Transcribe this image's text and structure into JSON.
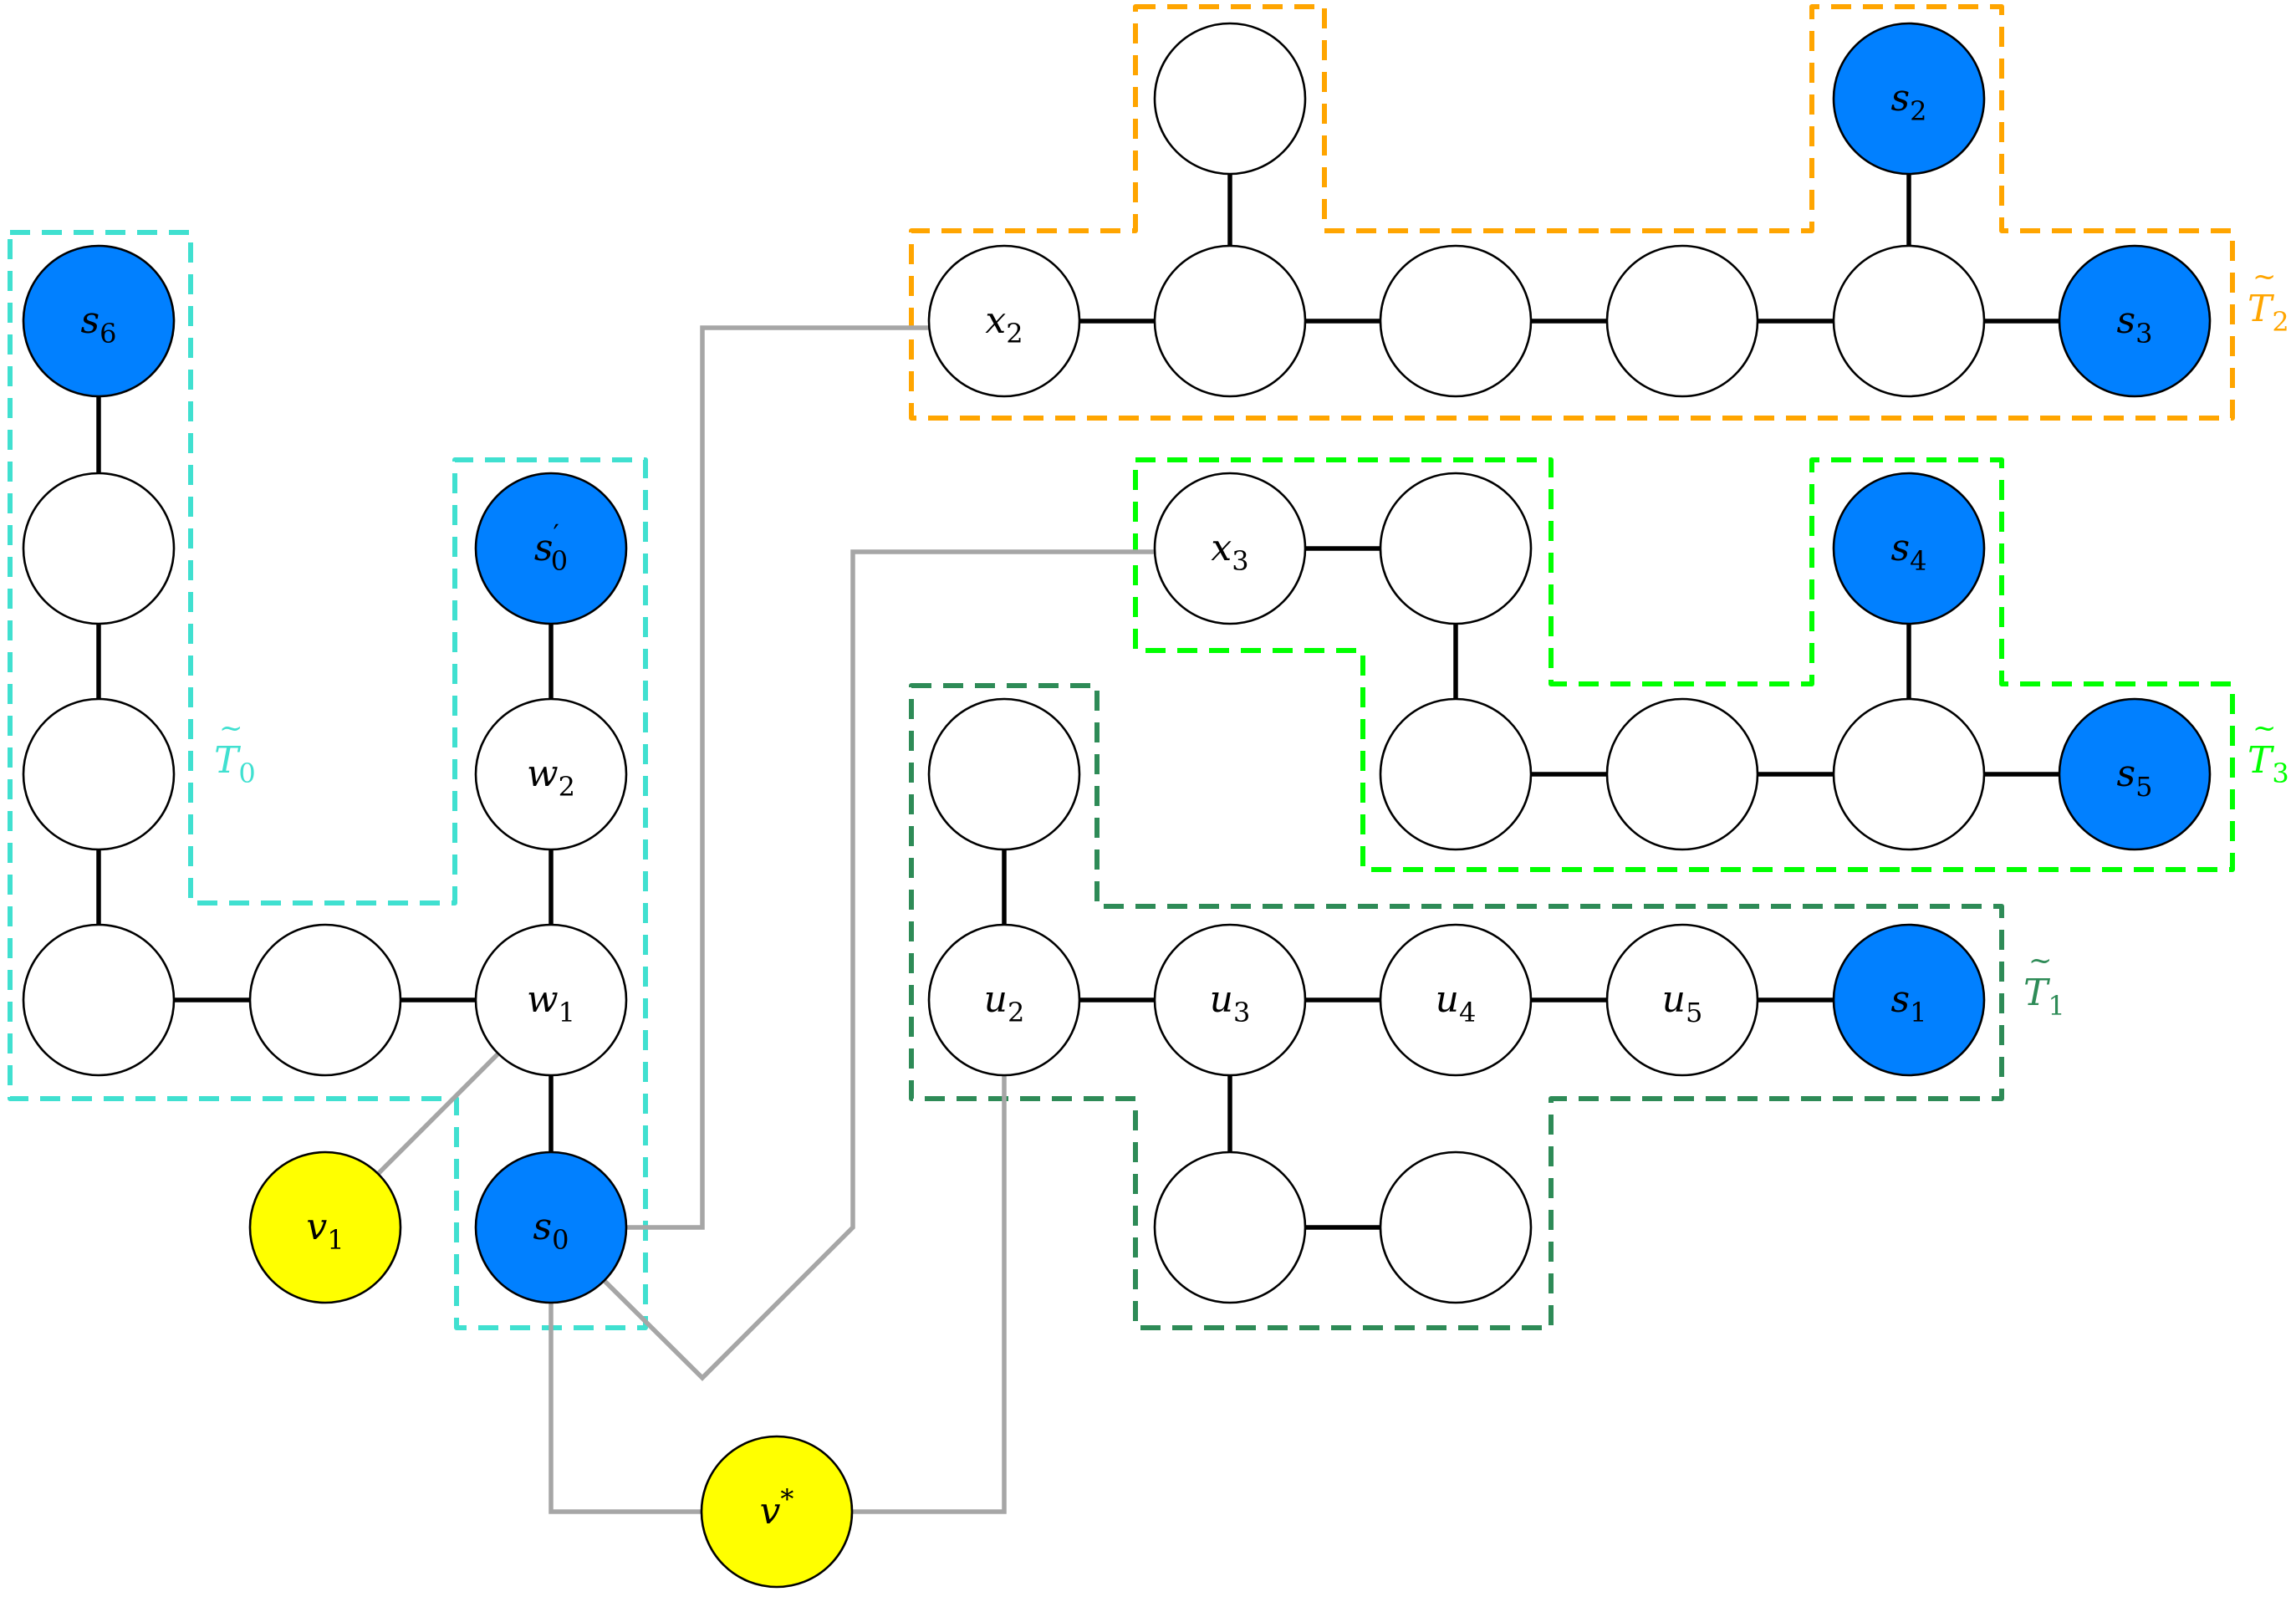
{
  "colors": {
    "terminal": "#0180FF",
    "plain": "#FFFFFF",
    "special": "#FFFF00",
    "T0": "#40E0D0",
    "T1": "#2E8B57",
    "T2": "#FFA500",
    "T3": "#00FF00"
  },
  "regions": [
    {
      "id": "T0",
      "base": "T",
      "sub": "0",
      "color": "#40E0D0"
    },
    {
      "id": "T1",
      "base": "T",
      "sub": "1",
      "color": "#2E8B57"
    },
    {
      "id": "T2",
      "base": "T",
      "sub": "2",
      "color": "#FFA500"
    },
    {
      "id": "T3",
      "base": "T",
      "sub": "3",
      "color": "#00FF00"
    }
  ],
  "nodes": [
    {
      "id": "s6",
      "base": "s",
      "sub": "6",
      "kind": "terminal",
      "region": "T0"
    },
    {
      "id": "t0a",
      "base": "",
      "sub": "",
      "kind": "plain",
      "region": "T0"
    },
    {
      "id": "t0b",
      "base": "",
      "sub": "",
      "kind": "plain",
      "region": "T0"
    },
    {
      "id": "t0c",
      "base": "",
      "sub": "",
      "kind": "plain",
      "region": "T0"
    },
    {
      "id": "t0d",
      "base": "",
      "sub": "",
      "kind": "plain",
      "region": "T0"
    },
    {
      "id": "s0p",
      "base": "s",
      "sub": "0",
      "prime": true,
      "kind": "terminal",
      "region": "T0"
    },
    {
      "id": "w2",
      "base": "w",
      "sub": "2",
      "kind": "plain",
      "region": "T0"
    },
    {
      "id": "w1",
      "base": "w",
      "sub": "1",
      "kind": "plain",
      "region": "T0"
    },
    {
      "id": "s0",
      "base": "s",
      "sub": "0",
      "kind": "terminal",
      "region": "T0"
    },
    {
      "id": "v1",
      "base": "v",
      "sub": "1",
      "kind": "special",
      "region": ""
    },
    {
      "id": "vstar",
      "base": "v",
      "sup": "*",
      "kind": "special",
      "region": ""
    },
    {
      "id": "t2top",
      "base": "",
      "sub": "",
      "kind": "plain",
      "region": "T2"
    },
    {
      "id": "s2",
      "base": "s",
      "sub": "2",
      "kind": "terminal",
      "region": "T2"
    },
    {
      "id": "x2",
      "base": "x",
      "sub": "2",
      "kind": "plain",
      "region": "T2"
    },
    {
      "id": "t2a",
      "base": "",
      "sub": "",
      "kind": "plain",
      "region": "T2"
    },
    {
      "id": "t2b",
      "base": "",
      "sub": "",
      "kind": "plain",
      "region": "T2"
    },
    {
      "id": "t2c",
      "base": "",
      "sub": "",
      "kind": "plain",
      "region": "T2"
    },
    {
      "id": "t2d",
      "base": "",
      "sub": "",
      "kind": "plain",
      "region": "T2"
    },
    {
      "id": "s3",
      "base": "s",
      "sub": "3",
      "kind": "terminal",
      "region": "T2"
    },
    {
      "id": "x3",
      "base": "x",
      "sub": "3",
      "kind": "plain",
      "region": "T3"
    },
    {
      "id": "t3a",
      "base": "",
      "sub": "",
      "kind": "plain",
      "region": "T3"
    },
    {
      "id": "s4",
      "base": "s",
      "sub": "4",
      "kind": "terminal",
      "region": "T3"
    },
    {
      "id": "t3b",
      "base": "",
      "sub": "",
      "kind": "plain",
      "region": "T3"
    },
    {
      "id": "t3c",
      "base": "",
      "sub": "",
      "kind": "plain",
      "region": "T3"
    },
    {
      "id": "t3d",
      "base": "",
      "sub": "",
      "kind": "plain",
      "region": "T3"
    },
    {
      "id": "s5",
      "base": "s",
      "sub": "5",
      "kind": "terminal",
      "region": "T3"
    },
    {
      "id": "t1top",
      "base": "",
      "sub": "",
      "kind": "plain",
      "region": "T1"
    },
    {
      "id": "u2",
      "base": "u",
      "sub": "2",
      "kind": "plain",
      "region": "T1"
    },
    {
      "id": "u3",
      "base": "u",
      "sub": "3",
      "kind": "plain",
      "region": "T1"
    },
    {
      "id": "u4",
      "base": "u",
      "sub": "4",
      "kind": "plain",
      "region": "T1"
    },
    {
      "id": "u5",
      "base": "u",
      "sub": "5",
      "kind": "plain",
      "region": "T1"
    },
    {
      "id": "s1",
      "base": "s",
      "sub": "1",
      "kind": "terminal",
      "region": "T1"
    },
    {
      "id": "t1a",
      "base": "",
      "sub": "",
      "kind": "plain",
      "region": "T1"
    },
    {
      "id": "t1b",
      "base": "",
      "sub": "",
      "kind": "plain",
      "region": "T1"
    }
  ],
  "tree_edges": [
    [
      "s6",
      "t0a"
    ],
    [
      "t0a",
      "t0b"
    ],
    [
      "t0b",
      "t0c"
    ],
    [
      "t0c",
      "t0d"
    ],
    [
      "t0d",
      "w1"
    ],
    [
      "s0p",
      "w2"
    ],
    [
      "w2",
      "w1"
    ],
    [
      "w1",
      "s0"
    ],
    [
      "t2top",
      "t2a"
    ],
    [
      "x2",
      "t2a"
    ],
    [
      "t2a",
      "t2b"
    ],
    [
      "t2b",
      "t2c"
    ],
    [
      "t2c",
      "t2d"
    ],
    [
      "s2",
      "t2d"
    ],
    [
      "t2d",
      "s3"
    ],
    [
      "x3",
      "t3a"
    ],
    [
      "t3a",
      "t3b"
    ],
    [
      "t3b",
      "t3c"
    ],
    [
      "t3c",
      "t3d"
    ],
    [
      "s4",
      "t3d"
    ],
    [
      "t3d",
      "s5"
    ],
    [
      "t1top",
      "u2"
    ],
    [
      "u2",
      "u3"
    ],
    [
      "u3",
      "u4"
    ],
    [
      "u4",
      "u5"
    ],
    [
      "u5",
      "s1"
    ],
    [
      "u3",
      "t1a"
    ],
    [
      "t1a",
      "t1b"
    ]
  ],
  "link_edges": [
    [
      "v1",
      "w1"
    ],
    [
      "s0",
      "x2"
    ],
    [
      "s0",
      "x3"
    ],
    [
      "s0",
      "vstar"
    ],
    [
      "vstar",
      "u2"
    ]
  ]
}
